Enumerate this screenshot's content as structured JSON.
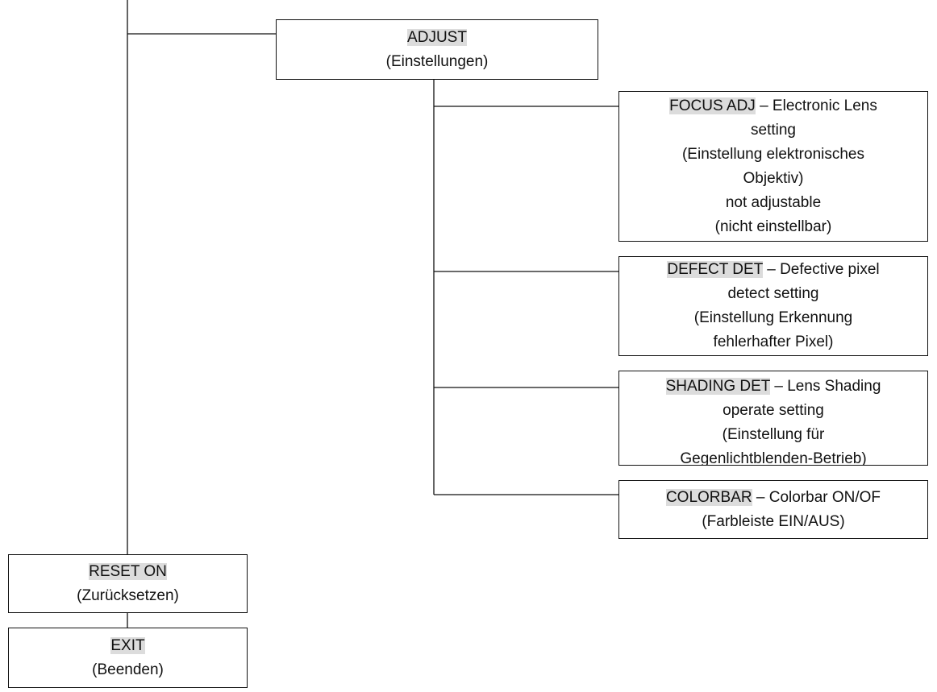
{
  "adjust": {
    "key": "ADJUST",
    "line2": "(Einstellungen)"
  },
  "focus": {
    "key": "FOCUS ADJ",
    "rest": " – Electronic Lens",
    "line2": "setting",
    "line3": "(Einstellung elektronisches",
    "line4": "Objektiv)",
    "line5": "not adjustable",
    "line6": "(nicht einstellbar)"
  },
  "defect": {
    "key": "DEFECT DET",
    "rest": " – Defective pixel",
    "line2": "detect setting",
    "line3": "(Einstellung Erkennung",
    "line4": "fehlerhafter Pixel)"
  },
  "shading": {
    "key": "SHADING DET",
    "rest": " – Lens Shading",
    "line2": "operate setting",
    "line3": "(Einstellung für",
    "line4": "Gegenlichtblenden-Betrieb)"
  },
  "colorbar": {
    "key": "COLORBAR",
    "rest": " – Colorbar ON/OF",
    "line2": "(Farbleiste EIN/AUS)"
  },
  "reset": {
    "key": "RESET ON",
    "line2": "(Zurücksetzen)"
  },
  "exit": {
    "key": "EXIT",
    "line2": "(Beenden)"
  },
  "colors": {
    "highlight": "#dcdcdc",
    "line": "#111111"
  }
}
